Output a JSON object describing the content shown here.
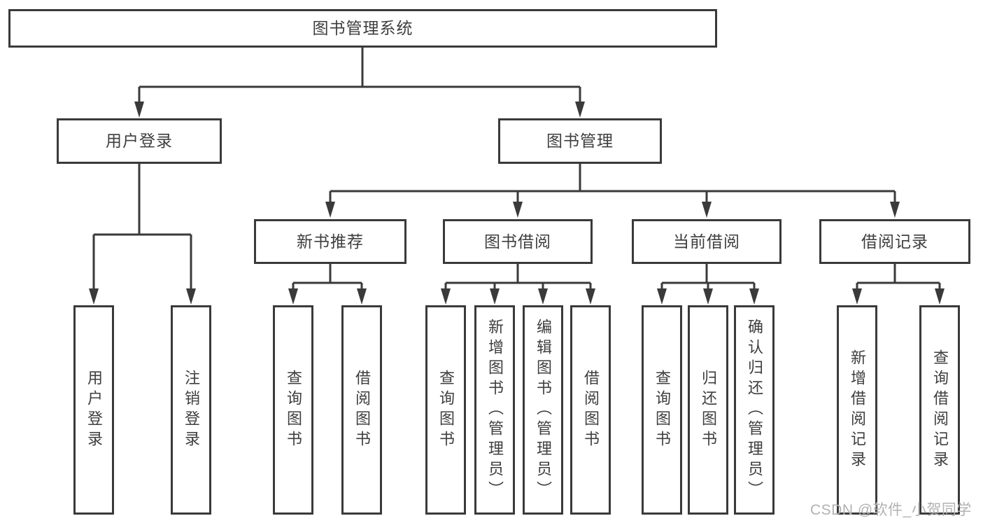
{
  "colors": {
    "line": "#3a3a3a",
    "text": "#3e3e3e",
    "watermark": "#b2b2b2",
    "bg": "#ffffff"
  },
  "watermark": "CSDN @软件_小贺同学",
  "tree": {
    "root": "图书管理系统",
    "login": {
      "label": "用户登录",
      "children": [
        "用户登录",
        "注销登录"
      ]
    },
    "management": {
      "label": "图书管理",
      "groups": [
        {
          "label": "新书推荐",
          "children": [
            "查询图书",
            "借阅图书"
          ]
        },
        {
          "label": "图书借阅",
          "children": [
            "查询图书",
            "新增图书（管理员）",
            "编辑图书（管理员）",
            "借阅图书"
          ]
        },
        {
          "label": "当前借阅",
          "children": [
            "查询图书",
            "归还图书",
            "确认归还（管理员）"
          ]
        },
        {
          "label": "借阅记录",
          "children": [
            "新增借阅记录",
            "查询借阅记录"
          ]
        }
      ]
    }
  }
}
